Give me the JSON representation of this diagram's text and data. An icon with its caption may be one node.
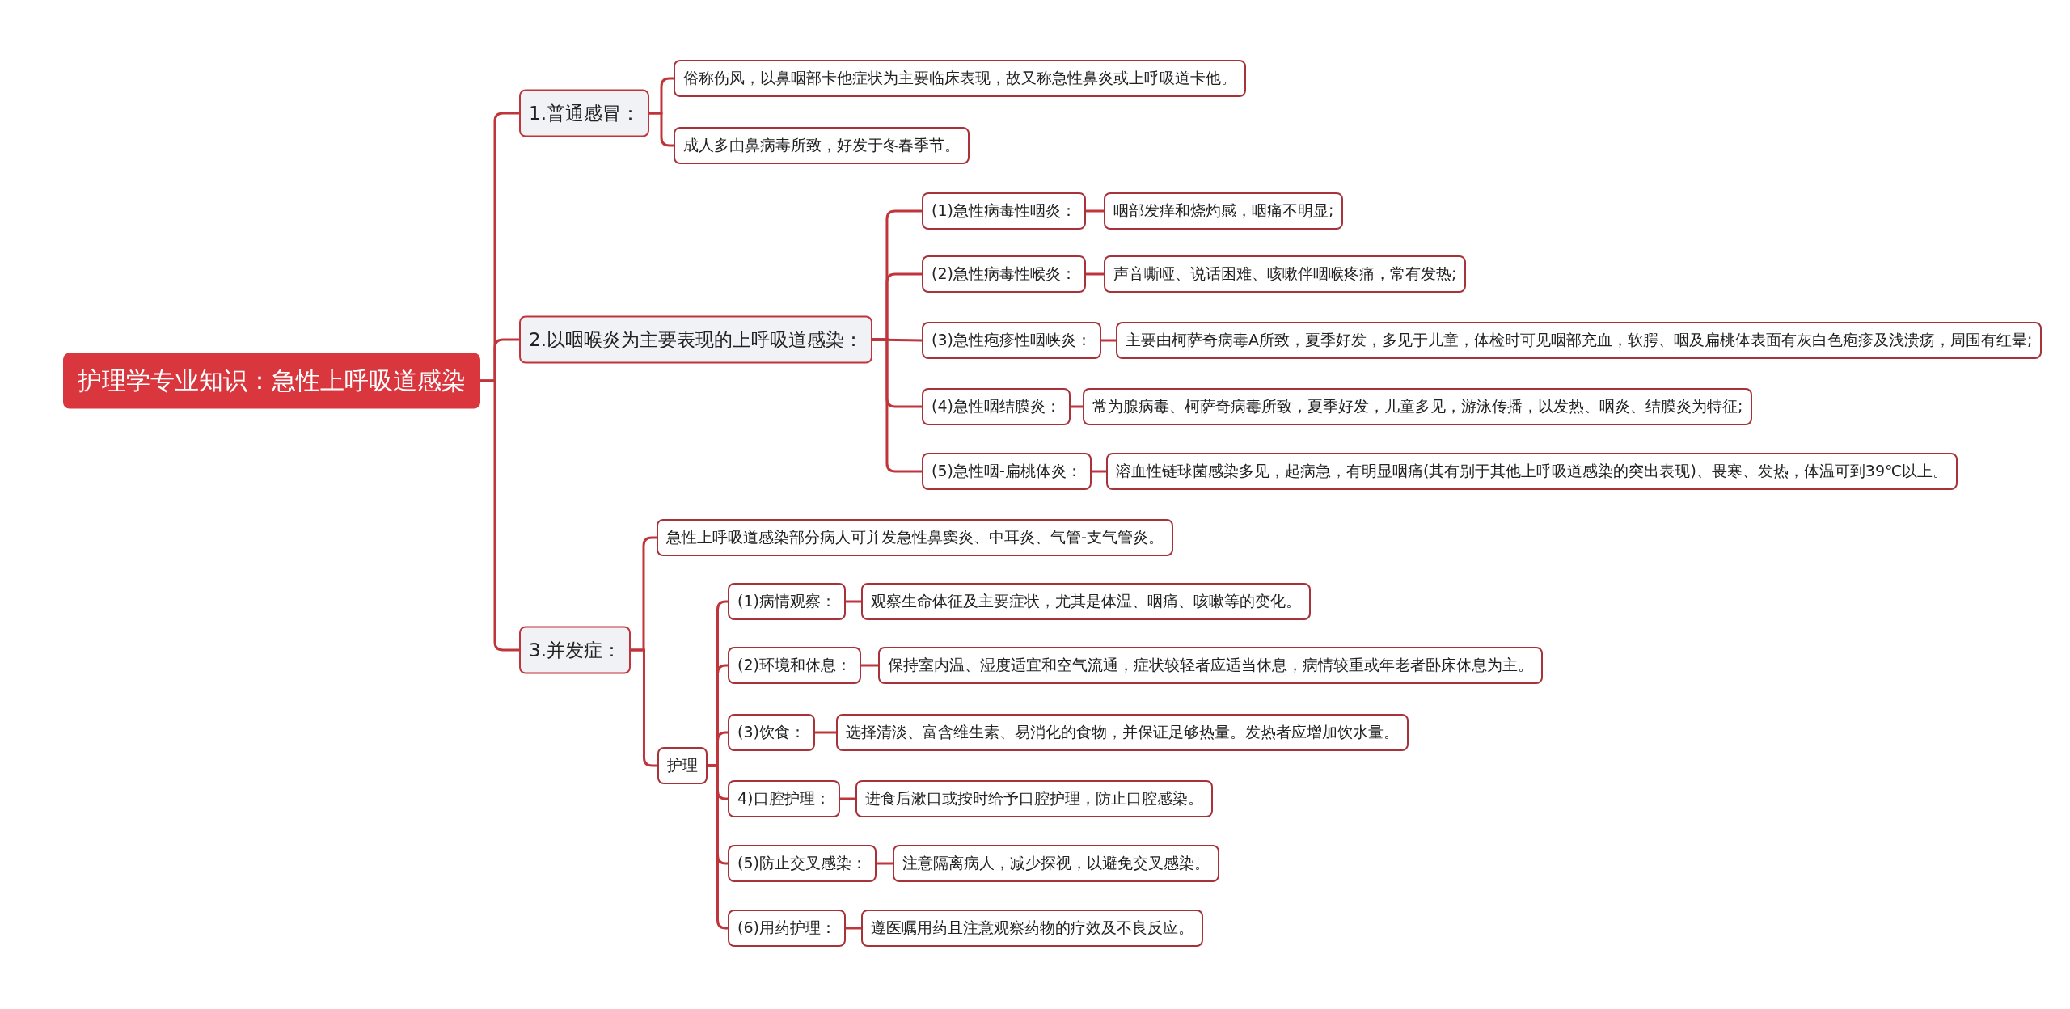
{
  "diagram": {
    "nodes": [
      {
        "text": [
          "护理学专业知识：急性上呼吸道感染"
        ]
      },
      {
        "text": [
          "1.普通感冒："
        ]
      },
      {
        "text": [
          "俗称伤风，以鼻咽部卡他症状为主要临床表现，故又称急性鼻炎或上呼吸道卡他。"
        ]
      },
      {
        "text": [
          "成人多由鼻病毒所致，好发于冬春季节。"
        ]
      },
      {
        "text": [
          "2.以咽喉炎为主要表现的上呼吸道感染："
        ]
      },
      {
        "text": [
          "(1)急性病毒性咽炎："
        ]
      },
      {
        "text": [
          "咽部发痒和烧灼感，咽痛不明显;"
        ]
      },
      {
        "text": [
          "(2)急性病毒性喉炎："
        ]
      },
      {
        "text": [
          "声音嘶哑、说话困难、咳嗽伴咽喉疼痛，常有发热;"
        ]
      },
      {
        "text": [
          "(3)急性疱疹性咽峡炎："
        ]
      },
      {
        "text": [
          "主要由柯萨奇病毒A所致，夏季好发，多见于儿童，体检时可见咽部充血，软腭、咽及扁桃体表面有灰白色疱疹及浅溃疡，周围有红晕;"
        ]
      },
      {
        "text": [
          "(4)急性咽结膜炎："
        ]
      },
      {
        "text": [
          "常为腺病毒、柯萨奇病毒所致，夏季好发，儿童多见，游泳传播，以发热、咽炎、结膜炎为特征;"
        ]
      },
      {
        "text": [
          "(5)急性咽-扁桃体炎："
        ]
      },
      {
        "text": [
          "溶血性链球菌感染多见，起病急，有明显咽痛(其有别于其他上呼吸道感染的突出表现)、畏寒、发热，体温可到39℃以上。"
        ]
      },
      {
        "text": [
          "3.并发症："
        ]
      },
      {
        "text": [
          "急性上呼吸道感染部分病人可并发急性鼻窦炎、中耳炎、气管-支气管炎。"
        ]
      },
      {
        "text": [
          "护理"
        ]
      },
      {
        "text": [
          "(1)病情观察："
        ]
      },
      {
        "text": [
          "观察生命体征及主要症状，尤其是体温、咽痛、咳嗽等的变化。"
        ]
      },
      {
        "text": [
          "(2)环境和休息："
        ]
      },
      {
        "text": [
          "保持室内温、湿度适宜和空气流通，症状较轻者应适当休息，病情较重或年老者卧床休息为主。"
        ]
      },
      {
        "text": [
          "(3)饮食："
        ]
      },
      {
        "text": [
          "选择清淡、富含维生素、易消化的食物，并保证足够热量。发热者应增加饮水量。"
        ]
      },
      {
        "text": [
          "4)口腔护理："
        ]
      },
      {
        "text": [
          "进食后漱口或按时给予口腔护理，防止口腔感染。"
        ]
      },
      {
        "text": [
          "(5)防止交叉感染："
        ]
      },
      {
        "text": [
          "注意隔离病人，减少探视，以避免交叉感染。"
        ]
      },
      {
        "text": [
          "(6)用药护理："
        ]
      },
      {
        "text": [
          "遵医嘱用药且注意观察药物的疗效及不良反应。"
        ]
      }
    ],
    "edges": [
      {
        "from": 0,
        "to": 1,
        "arrow": "none"
      },
      {
        "from": 1,
        "to": 2,
        "arrow": "none"
      },
      {
        "from": 1,
        "to": 3,
        "arrow": "none"
      },
      {
        "from": 0,
        "to": 4,
        "arrow": "none"
      },
      {
        "from": 4,
        "to": 5,
        "arrow": "none"
      },
      {
        "from": 5,
        "to": 6,
        "arrow": "none"
      },
      {
        "from": 4,
        "to": 7,
        "arrow": "none"
      },
      {
        "from": 7,
        "to": 8,
        "arrow": "none"
      },
      {
        "from": 4,
        "to": 9,
        "arrow": "none"
      },
      {
        "from": 9,
        "to": 10,
        "arrow": "none"
      },
      {
        "from": 4,
        "to": 11,
        "arrow": "none"
      },
      {
        "from": 11,
        "to": 12,
        "arrow": "none"
      },
      {
        "from": 4,
        "to": 13,
        "arrow": "none"
      },
      {
        "from": 13,
        "to": 14,
        "arrow": "none"
      },
      {
        "from": 0,
        "to": 15,
        "arrow": "none"
      },
      {
        "from": 15,
        "to": 16,
        "arrow": "none"
      },
      {
        "from": 15,
        "to": 17,
        "arrow": "none"
      },
      {
        "from": 17,
        "to": 18,
        "arrow": "none"
      },
      {
        "from": 18,
        "to": 19,
        "arrow": "none"
      },
      {
        "from": 17,
        "to": 20,
        "arrow": "none"
      },
      {
        "from": 20,
        "to": 21,
        "arrow": "none"
      },
      {
        "from": 17,
        "to": 22,
        "arrow": "none"
      },
      {
        "from": 22,
        "to": 23,
        "arrow": "none"
      },
      {
        "from": 17,
        "to": 24,
        "arrow": "none"
      },
      {
        "from": 24,
        "to": 25,
        "arrow": "none"
      },
      {
        "from": 17,
        "to": 26,
        "arrow": "none"
      },
      {
        "from": 26,
        "to": 27,
        "arrow": "none"
      },
      {
        "from": 17,
        "to": 28,
        "arrow": "none"
      },
      {
        "from": 28,
        "to": 29,
        "arrow": "none"
      }
    ]
  }
}
